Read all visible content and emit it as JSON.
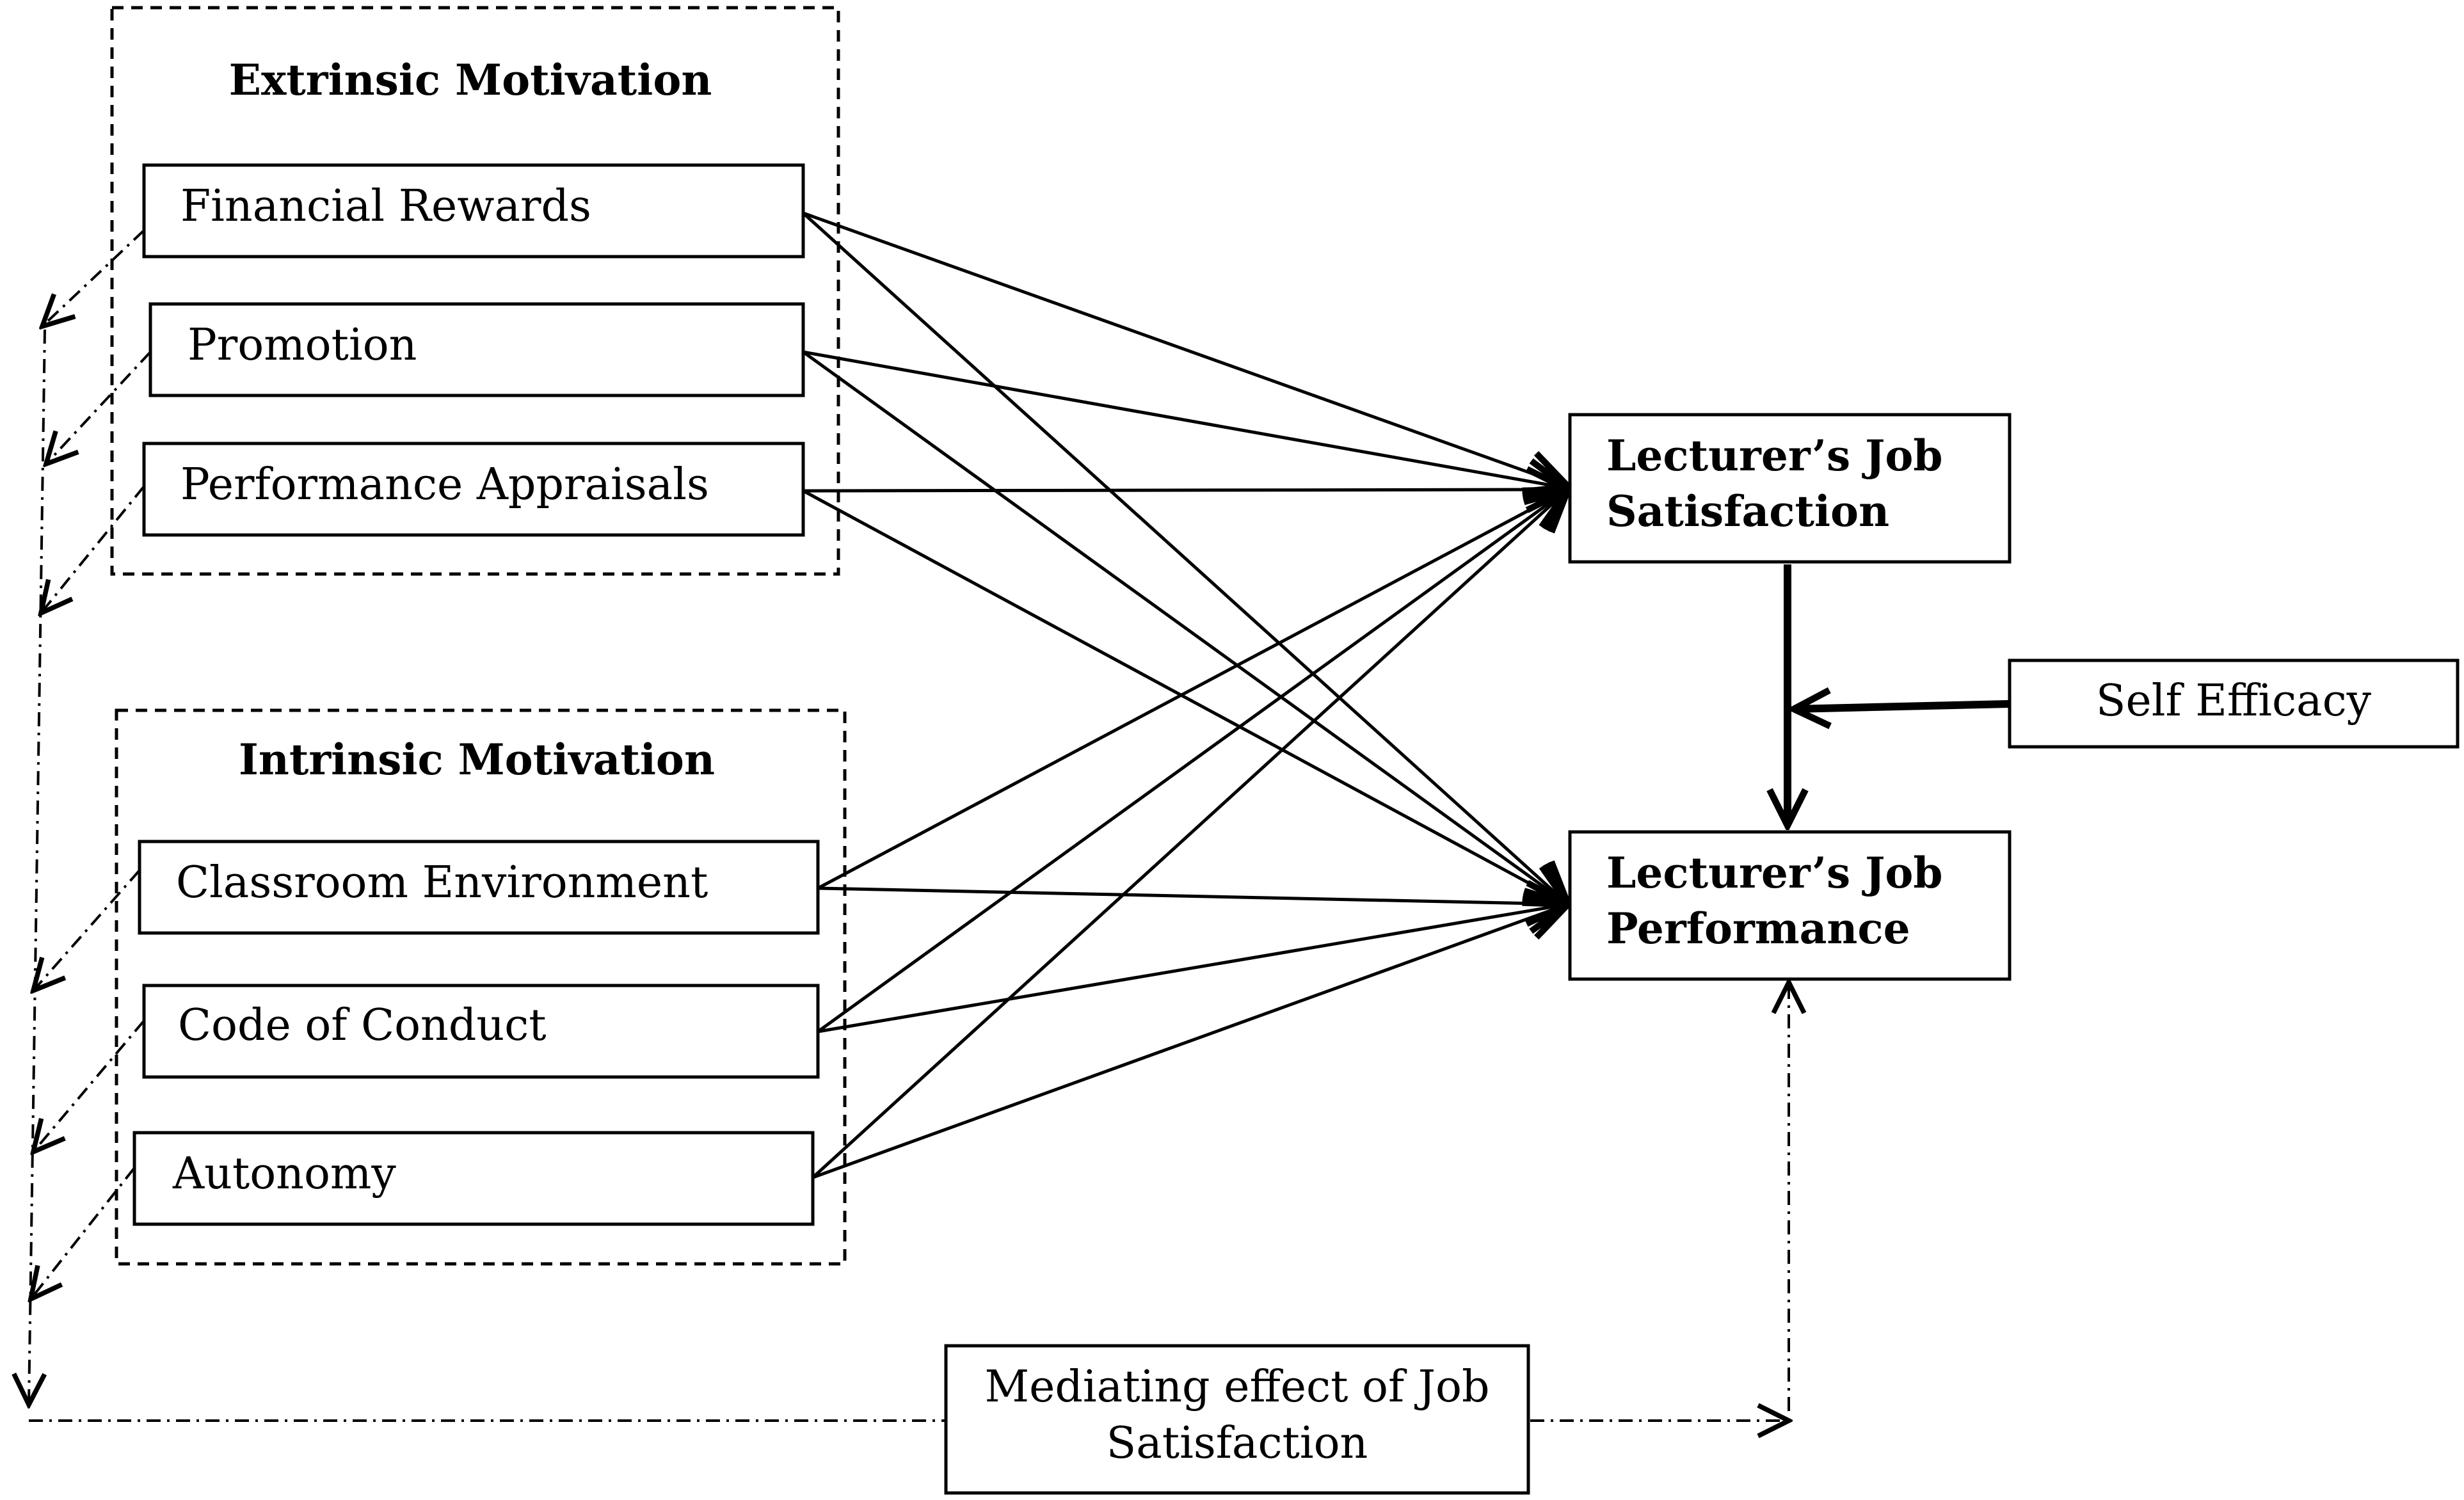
{
  "groups": {
    "extrinsic": {
      "title": "Extrinsic Motivation"
    },
    "intrinsic": {
      "title": "Intrinsic Motivation"
    }
  },
  "nodes": {
    "financial_rewards": "Financial Rewards",
    "promotion": "Promotion",
    "performance_appraisals": "Performance Appraisals",
    "classroom_environment": "Classroom Environment",
    "code_of_conduct": "Code of Conduct",
    "autonomy": "Autonomy",
    "job_satisfaction": [
      "Lecturer’s Job",
      "Satisfaction"
    ],
    "job_performance": [
      "Lecturer’s Job",
      "Performance"
    ],
    "self_efficacy": "Self Efficacy",
    "mediating_effect": [
      "Mediating effect of Job",
      "Satisfaction"
    ]
  }
}
